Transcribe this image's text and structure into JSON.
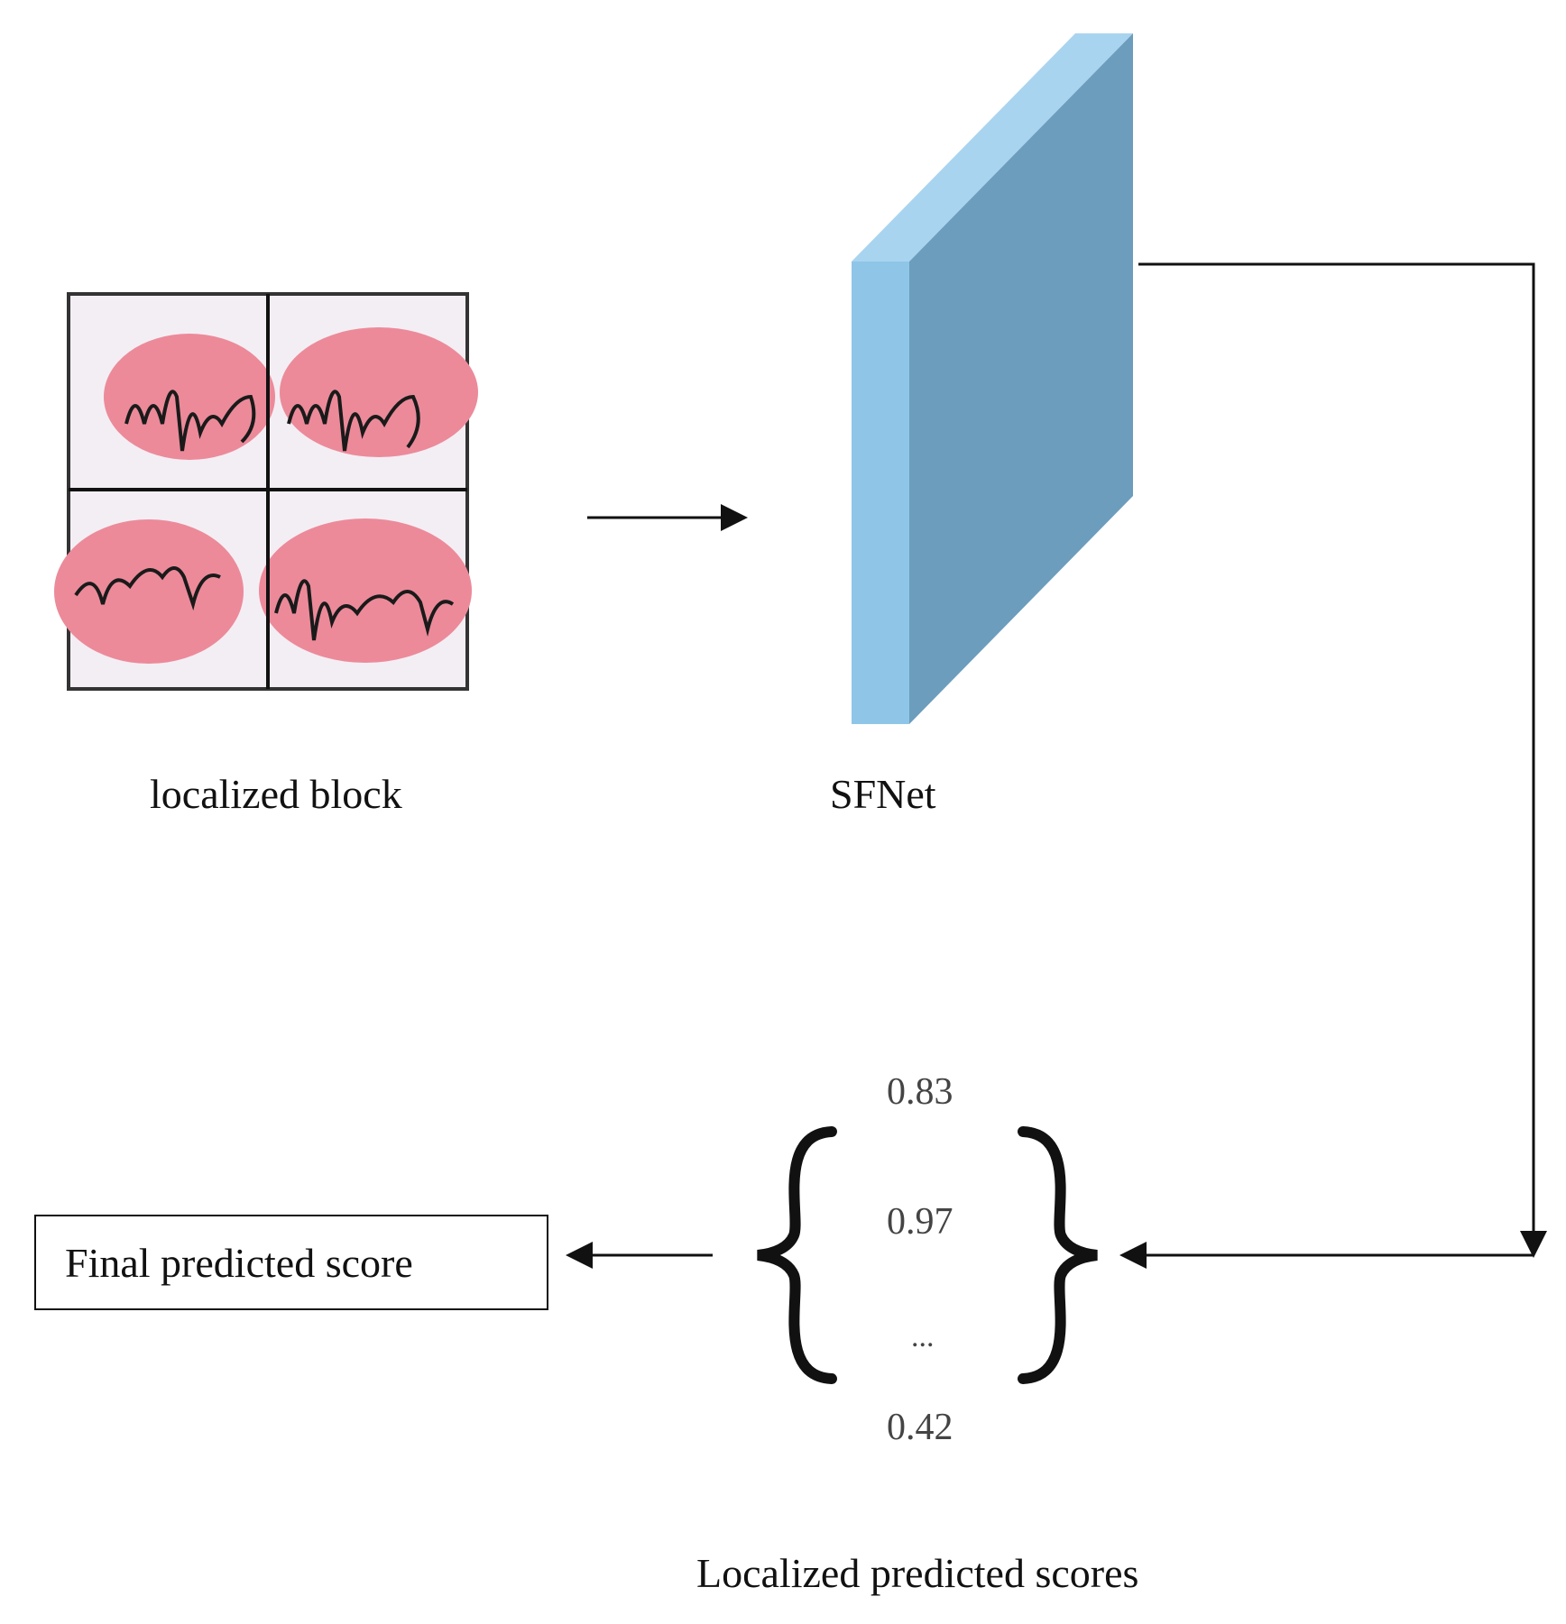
{
  "labels": {
    "input": "localized  block",
    "network": "SFNet",
    "scores_caption": "Localized  predicted  scores",
    "output": "Final  predicted  score"
  },
  "scores": [
    "0.83",
    "0.97",
    "...",
    "0.42"
  ],
  "block_tiles": [
    {
      "name": "signature-tile-top-left",
      "glyph": "wfhe"
    },
    {
      "name": "signature-tile-top-right",
      "glyph": "wfhe"
    },
    {
      "name": "signature-tile-bottom-left",
      "glyph": "hes"
    },
    {
      "name": "signature-tile-bottom-right",
      "glyph": "hes"
    }
  ],
  "colors": {
    "slab_front": "#8fc6e8",
    "slab_top": "#a9d4f0",
    "slab_side": "#6c9dbd",
    "seal_red": "#ec8a9a",
    "ink": "#1a1a1a"
  }
}
